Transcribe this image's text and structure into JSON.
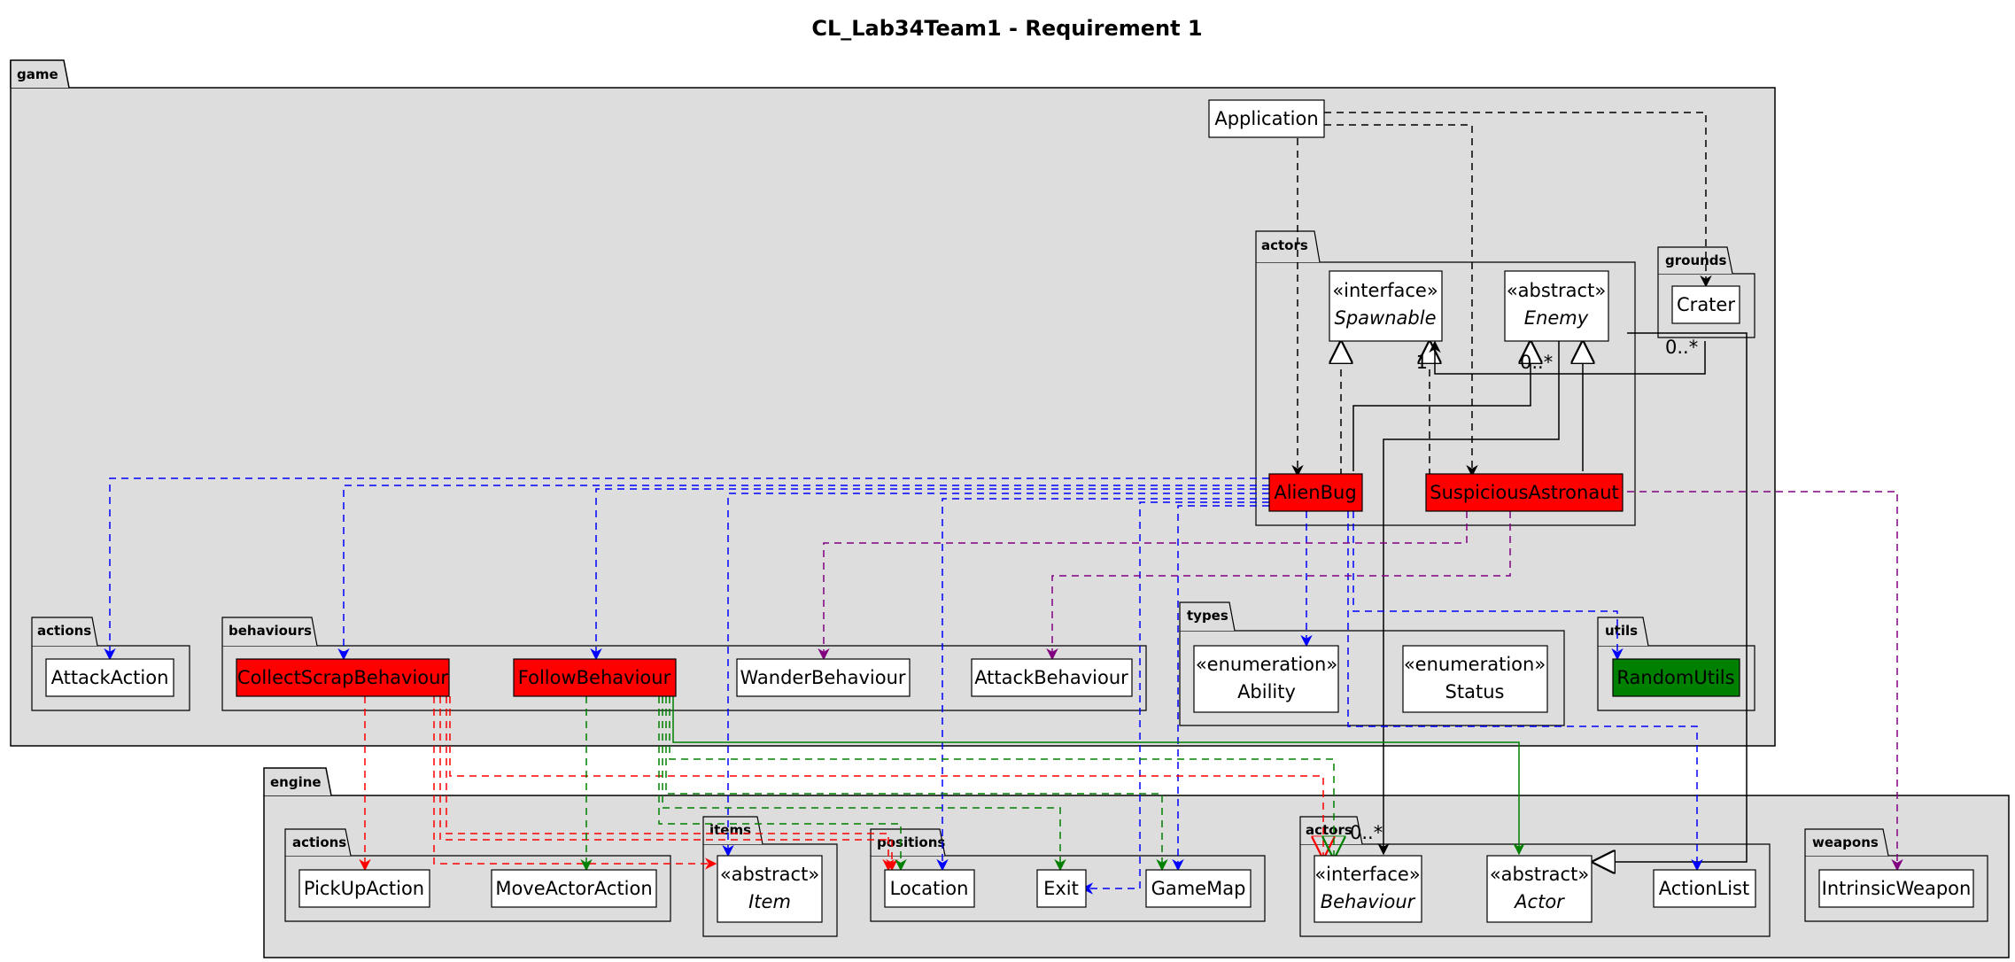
{
  "title": "CL_Lab34Team1 - Requirement 1",
  "colors": {
    "package_fill": "#dddddd",
    "class_fill": "#ffffff",
    "highlight_red": "#ff0000",
    "highlight_green": "#008000",
    "edge_blue": "#0000ff",
    "edge_purple": "#800080",
    "edge_red": "#ff0000",
    "edge_green": "#008000",
    "edge_black": "#000000"
  },
  "packages": {
    "game": "game",
    "game_actors": "actors",
    "game_grounds": "grounds",
    "game_actions": "actions",
    "game_behaviours": "behaviours",
    "game_types": "types",
    "game_utils": "utils",
    "engine": "engine",
    "engine_actions": "actions",
    "engine_items": "items",
    "engine_positions": "positions",
    "engine_actors": "actors",
    "engine_weapons": "weapons"
  },
  "classes": {
    "application": "Application",
    "spawnable_stereo": "«interface»",
    "spawnable": "Spawnable",
    "enemy_stereo": "«abstract»",
    "enemy": "Enemy",
    "crater": "Crater",
    "alienbug": "AlienBug",
    "suspicious_astronaut": "SuspiciousAstronaut",
    "attack_action": "AttackAction",
    "collect_scrap_behaviour": "CollectScrapBehaviour",
    "follow_behaviour": "FollowBehaviour",
    "wander_behaviour": "WanderBehaviour",
    "attack_behaviour": "AttackBehaviour",
    "ability_stereo": "«enumeration»",
    "ability": "Ability",
    "status_stereo": "«enumeration»",
    "status": "Status",
    "random_utils": "RandomUtils",
    "pickup_action": "PickUpAction",
    "move_actor_action": "MoveActorAction",
    "item_stereo": "«abstract»",
    "item": "Item",
    "location": "Location",
    "exit": "Exit",
    "gamemap": "GameMap",
    "behaviour_stereo": "«interface»",
    "behaviour": "Behaviour",
    "actor_stereo": "«abstract»",
    "actor": "Actor",
    "action_list": "ActionList",
    "intrinsic_weapon": "IntrinsicWeapon"
  },
  "multiplicities": {
    "crater_to_spawnable_near": "1",
    "crater_to_spawnable_far": "0..*",
    "enemy_from_alienbug": "0..*",
    "behaviour_near": "0..*"
  }
}
